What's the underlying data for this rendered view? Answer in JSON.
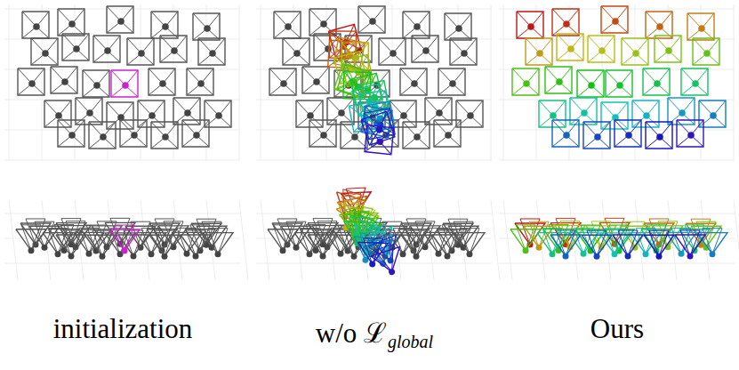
{
  "diagram": {
    "labels": [
      "initialization",
      "w/o ℒ",
      "global",
      "Ours"
    ]
  }
}
